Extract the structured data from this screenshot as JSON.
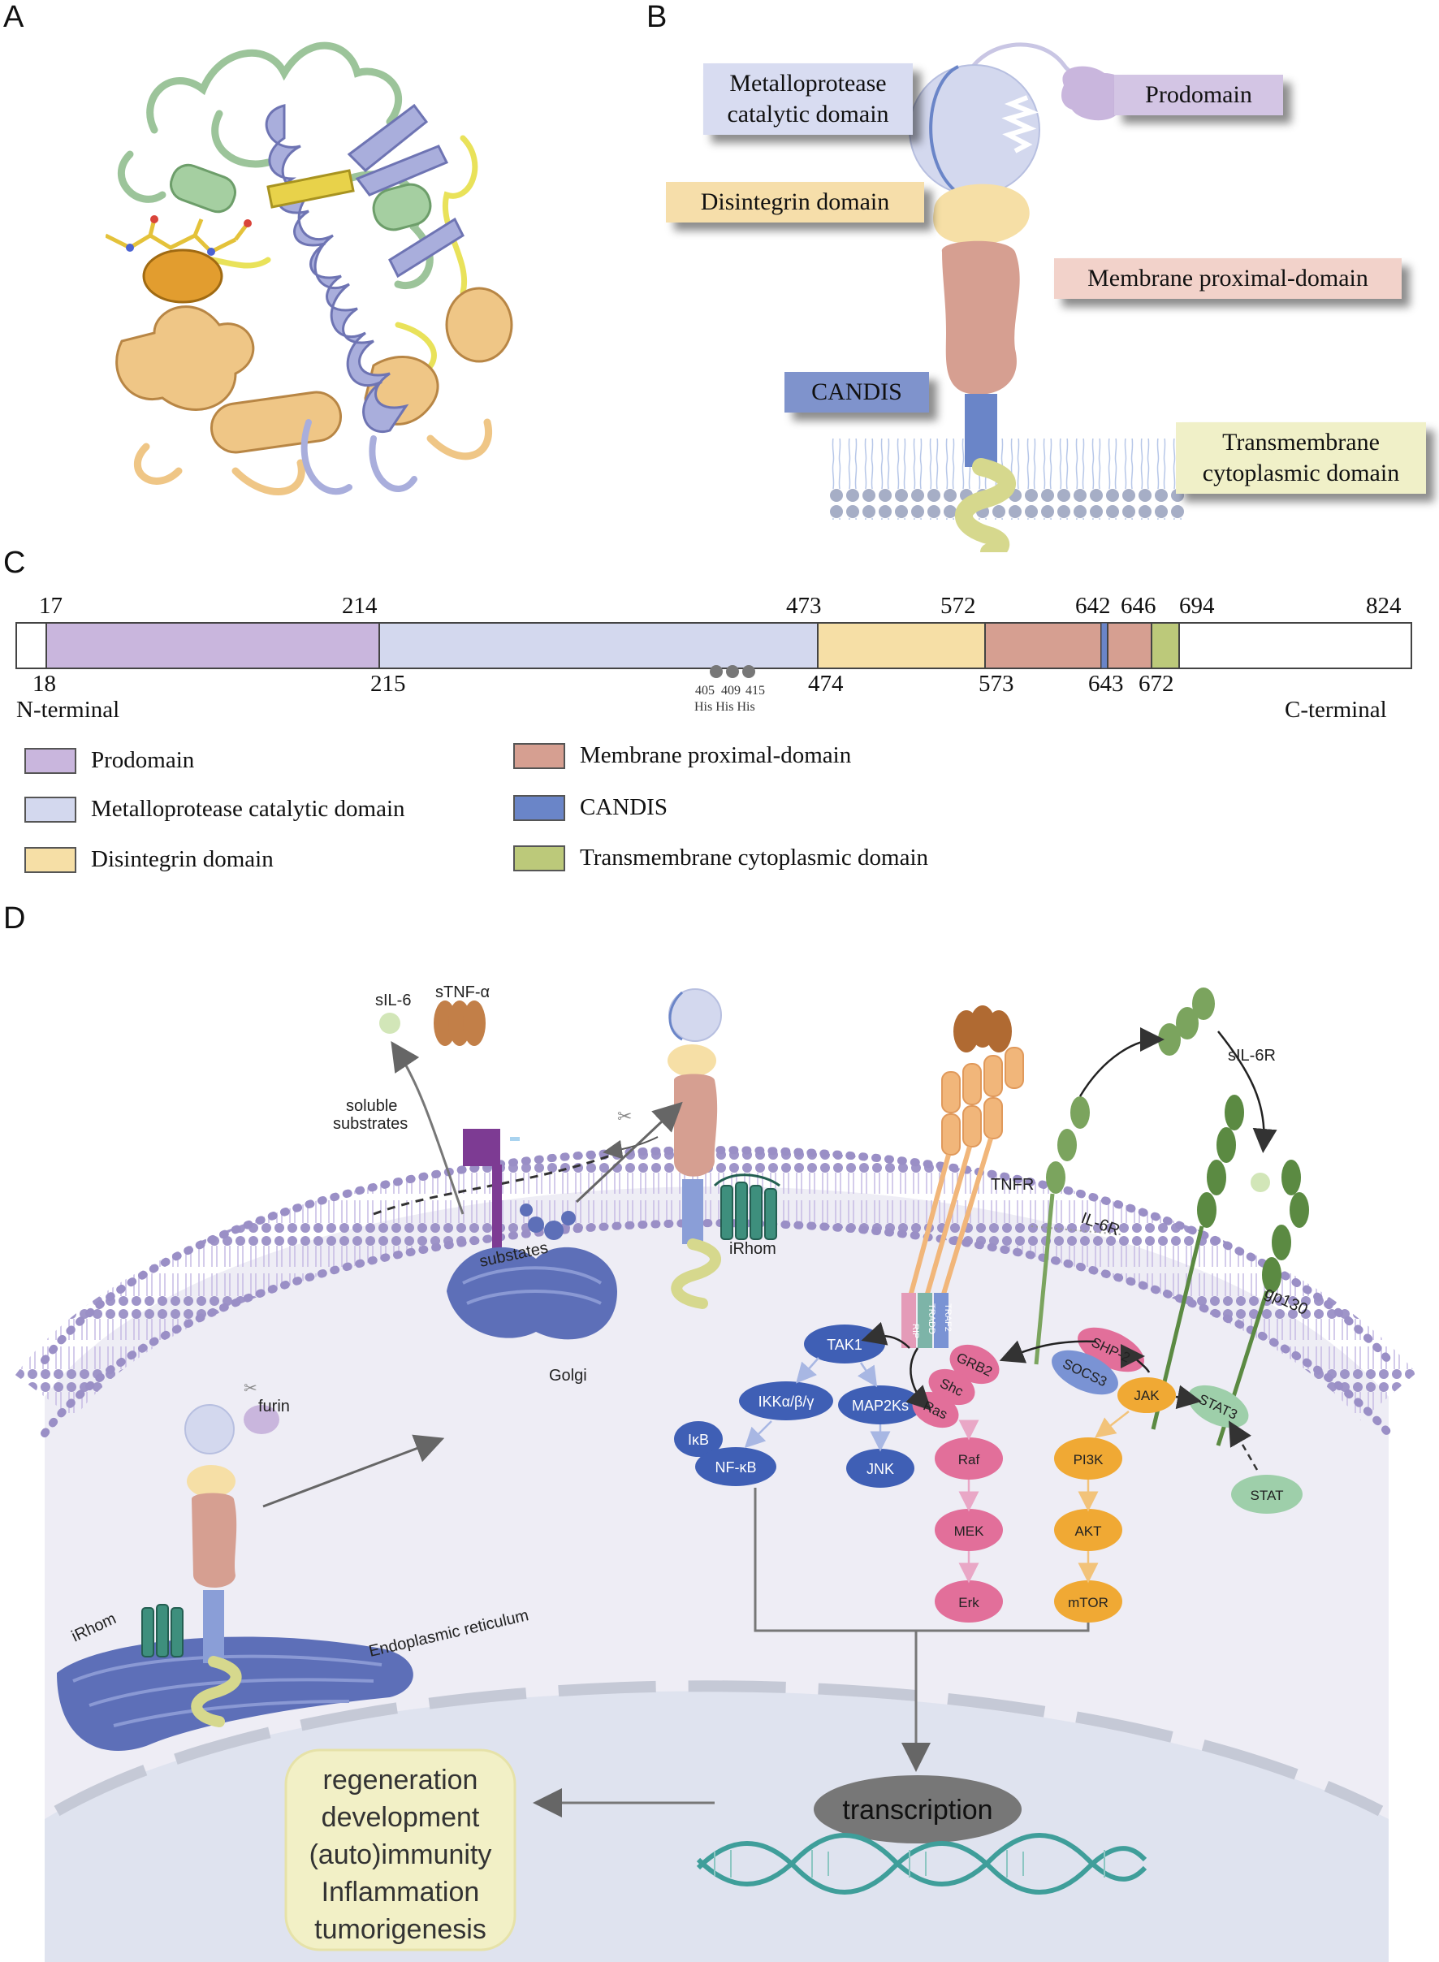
{
  "panels": {
    "a": "A",
    "b": "B",
    "c": "C",
    "d": "D"
  },
  "panel_b": {
    "metallo_label": "Metalloprotease catalytic domain",
    "prodomain_label": "Prodomain",
    "disintegrin_label": "Disintegrin domain",
    "mpd_label": "Membrane proximal-domain",
    "candis_label": "CANDIS",
    "tm_label": "Transmembrane cytoplasmic domain"
  },
  "panel_c": {
    "top_numbers": [
      "17",
      "214",
      "473",
      "572",
      "642",
      "646",
      "694",
      "824"
    ],
    "bottom_numbers": [
      "18",
      "215",
      "474",
      "573",
      "643",
      "672"
    ],
    "n_terminal": "N-terminal",
    "c_terminal": "C-terminal",
    "his_positions": [
      "405",
      "409",
      "415"
    ],
    "his_labels": "His His His",
    "legend": [
      {
        "label": "Prodomain",
        "color": "#c9b6dd"
      },
      {
        "label": "Metalloprotease catalytic domain",
        "color": "#d3d8ee"
      },
      {
        "label": "Disintegrin domain",
        "color": "#f6dfa6"
      },
      {
        "label": "Membrane proximal-domain",
        "color": "#d69f91"
      },
      {
        "label": "CANDIS",
        "color": "#6a85c8"
      },
      {
        "label": "Transmembrane cytoplasmic domain",
        "color": "#bcc97a"
      }
    ]
  },
  "panel_d": {
    "sil6": "sIL-6",
    "stnf": "sTNF-α",
    "soluble": "soluble substrates",
    "soluble_l1": "soluble",
    "soluble_l2": "substrates",
    "substates": "substates",
    "irhom_top": "iRhom",
    "irhom_er": "iRhom",
    "furin": "furin",
    "golgi": "Golgi",
    "er": "Endoplasmic reticulum",
    "tnfr": "TNFR",
    "il6r": "IL-6R",
    "sil6r": "sIL-6R",
    "gp130": "gp130",
    "rip": "RIP",
    "tradd": "TRADD",
    "traf2": "TRAF2",
    "tak1": "TAK1",
    "ikk": "IKKα/β/γ",
    "ikb": "IκB",
    "nfkb": "NF-κB",
    "map2ks": "MAP2Ks",
    "jnk": "JNK",
    "grb2": "GRB2",
    "shc": "Shc",
    "ras": "Ras",
    "raf": "Raf",
    "mek": "MEK",
    "erk": "Erk",
    "shp2": "SHP-2",
    "socs3": "SOCS3",
    "jak": "JAK",
    "stat3": "STAT3",
    "stat": "STAT",
    "pi3k": "PI3K",
    "akt": "AKT",
    "mtor": "mTOR",
    "transcription": "transcription",
    "outcomes": [
      "regeneration",
      "development",
      "(auto)immunity",
      "Inflammation",
      "tumorigenesis"
    ]
  },
  "colors": {
    "prodomain": "#c9b6dd",
    "metallo": "#d3d8ee",
    "disintegrin": "#f6dfa6",
    "mpd": "#d69f91",
    "candis": "#6a85c8",
    "tm": "#bcc97a"
  }
}
